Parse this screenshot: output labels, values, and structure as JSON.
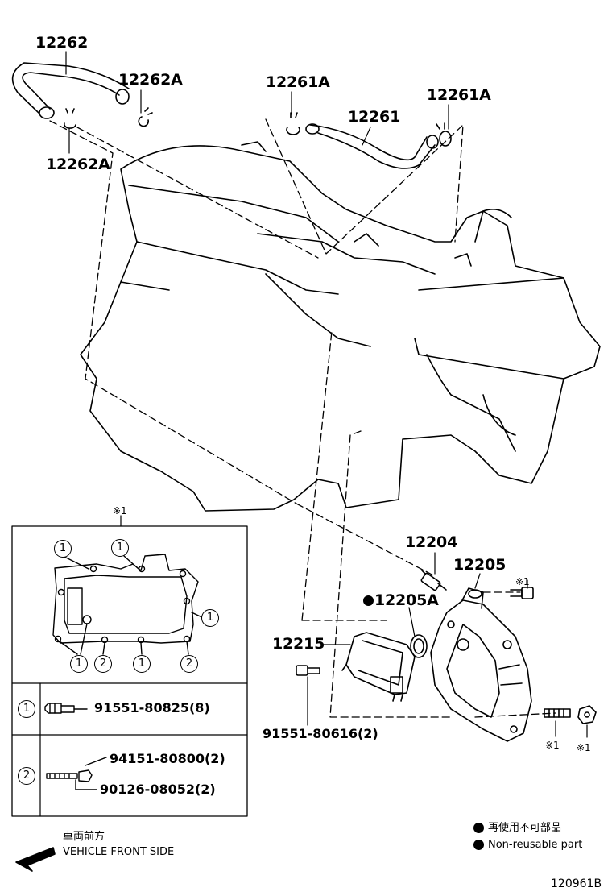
{
  "labels": {
    "p12262": "12262",
    "p12262A_top": "12262A",
    "p12262A_bottom": "12262A",
    "p12261A_left": "12261A",
    "p12261": "12261",
    "p12261A_right": "12261A",
    "p12204": "12204",
    "p12205": "12205",
    "p12205A": "12205A",
    "p12215": "12215",
    "bolt_front": "91551-80616(2)"
  },
  "marks": {
    "ref_mark_inset": "※1",
    "ref_mark_bolt": "※1",
    "ref_mark_stud": "※1",
    "ref_mark_nut": "※1"
  },
  "inset": {
    "callouts": [
      "1",
      "1",
      "1",
      "1",
      "2",
      "1",
      "2"
    ],
    "rows": [
      {
        "circle": "1",
        "part": "91551-80825(8)"
      },
      {
        "circle": "2",
        "part_a": "94151-80800(2)",
        "part_b": "90126-08052(2)"
      }
    ]
  },
  "direction": {
    "jp": "車両前方",
    "en": "VEHICLE FRONT SIDE"
  },
  "legend": {
    "jp": "再使用不可部品",
    "en": "Non-reusable part"
  },
  "figure_id": "120961B"
}
